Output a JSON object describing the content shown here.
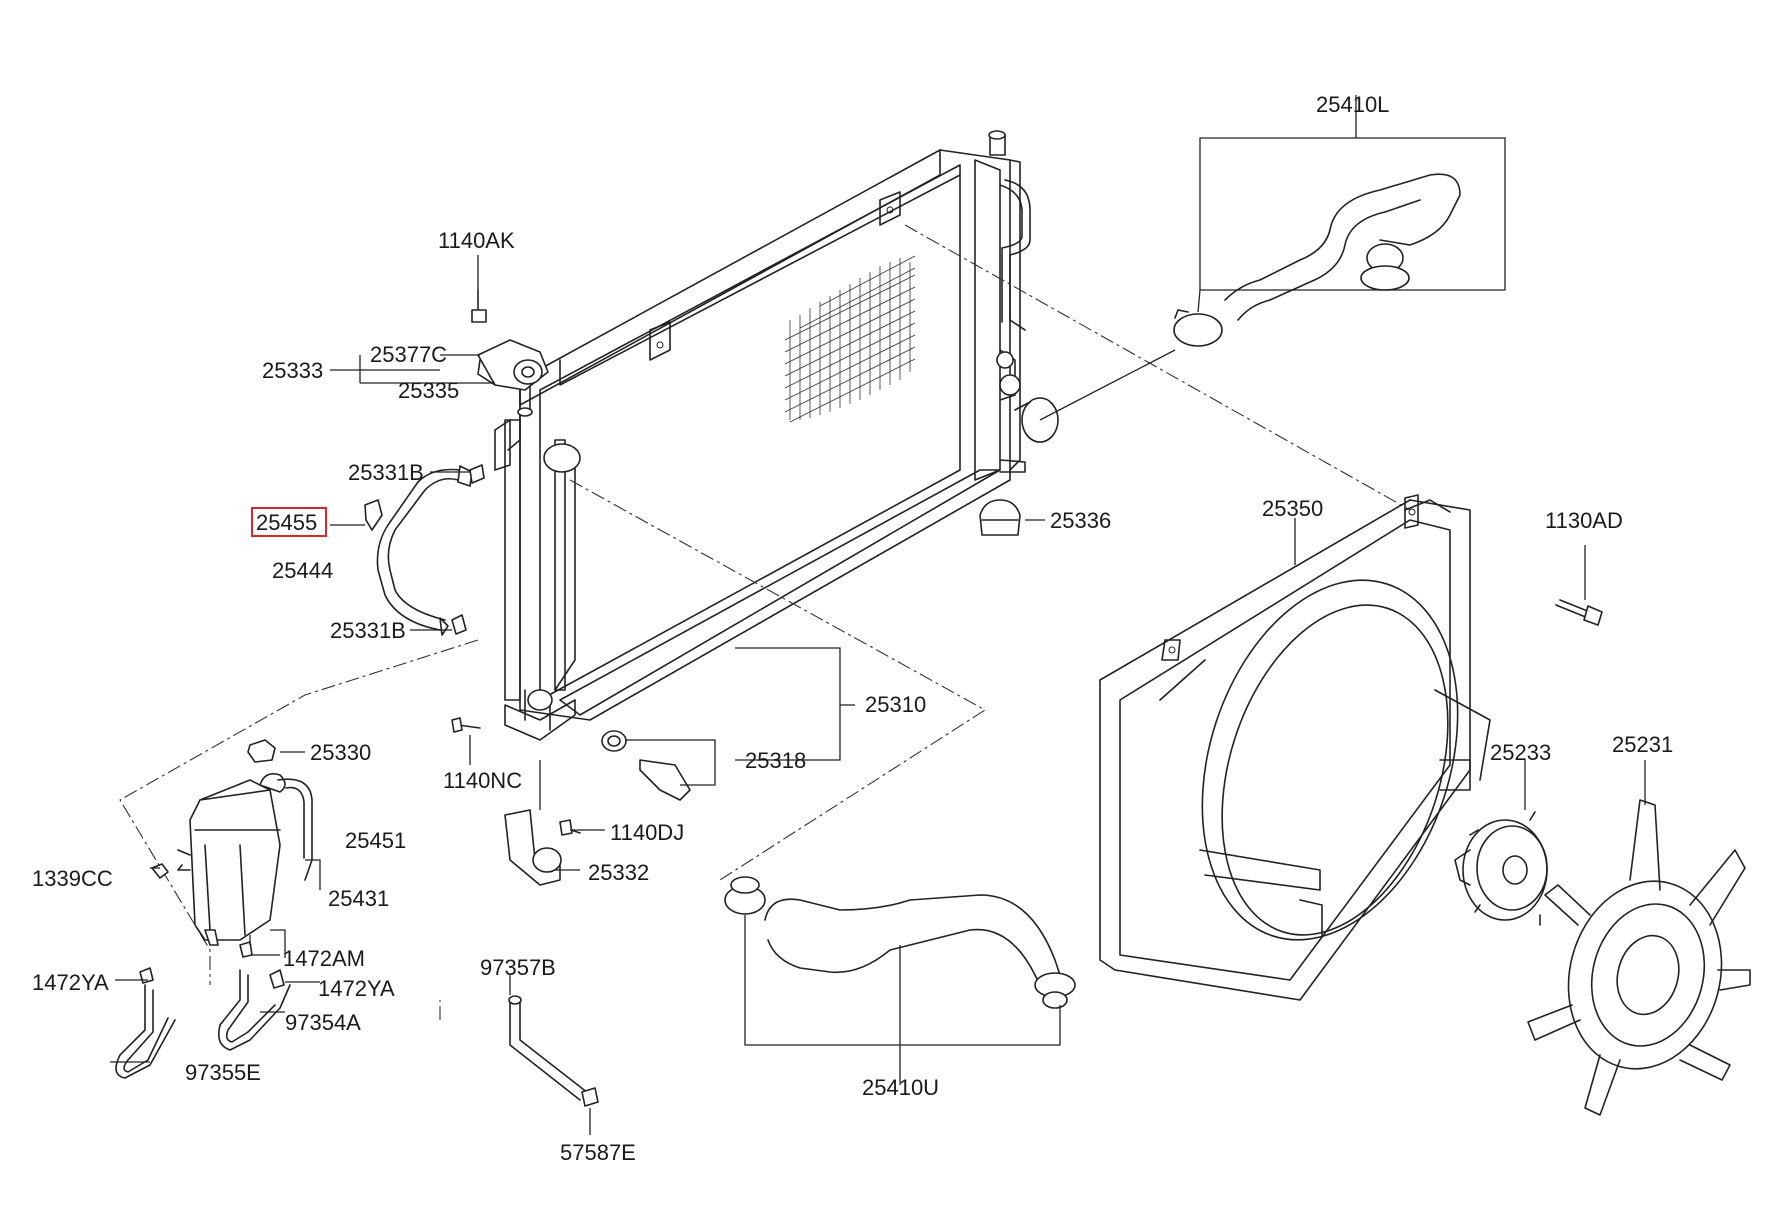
{
  "highlight_color": "#e0242b",
  "line_color": "#222222",
  "highlighted_part": "25455",
  "labels": {
    "p1140AK": "1140AK",
    "p25377C": "25377C",
    "p25333": "25333",
    "p25335": "25335",
    "p25331B_top": "25331B",
    "p25455": "25455",
    "p25444": "25444",
    "p25331B_bot": "25331B",
    "p25330": "25330",
    "p1140NC": "1140NC",
    "p25451": "25451",
    "p1339CC": "1339CC",
    "p25431": "25431",
    "p1472AM": "1472AM",
    "p1472YA_left": "1472YA",
    "p1472YA_right": "1472YA",
    "p97354A": "97354A",
    "p97355E": "97355E",
    "p97357B": "97357B",
    "p57587E": "57587E",
    "p25332": "25332",
    "p1140DJ": "1140DJ",
    "p25318": "25318",
    "p25310": "25310",
    "p25336": "25336",
    "p25410L": "25410L",
    "p25350": "25350",
    "p1130AD": "1130AD",
    "p25233": "25233",
    "p25231": "25231",
    "p25410U": "25410U"
  }
}
